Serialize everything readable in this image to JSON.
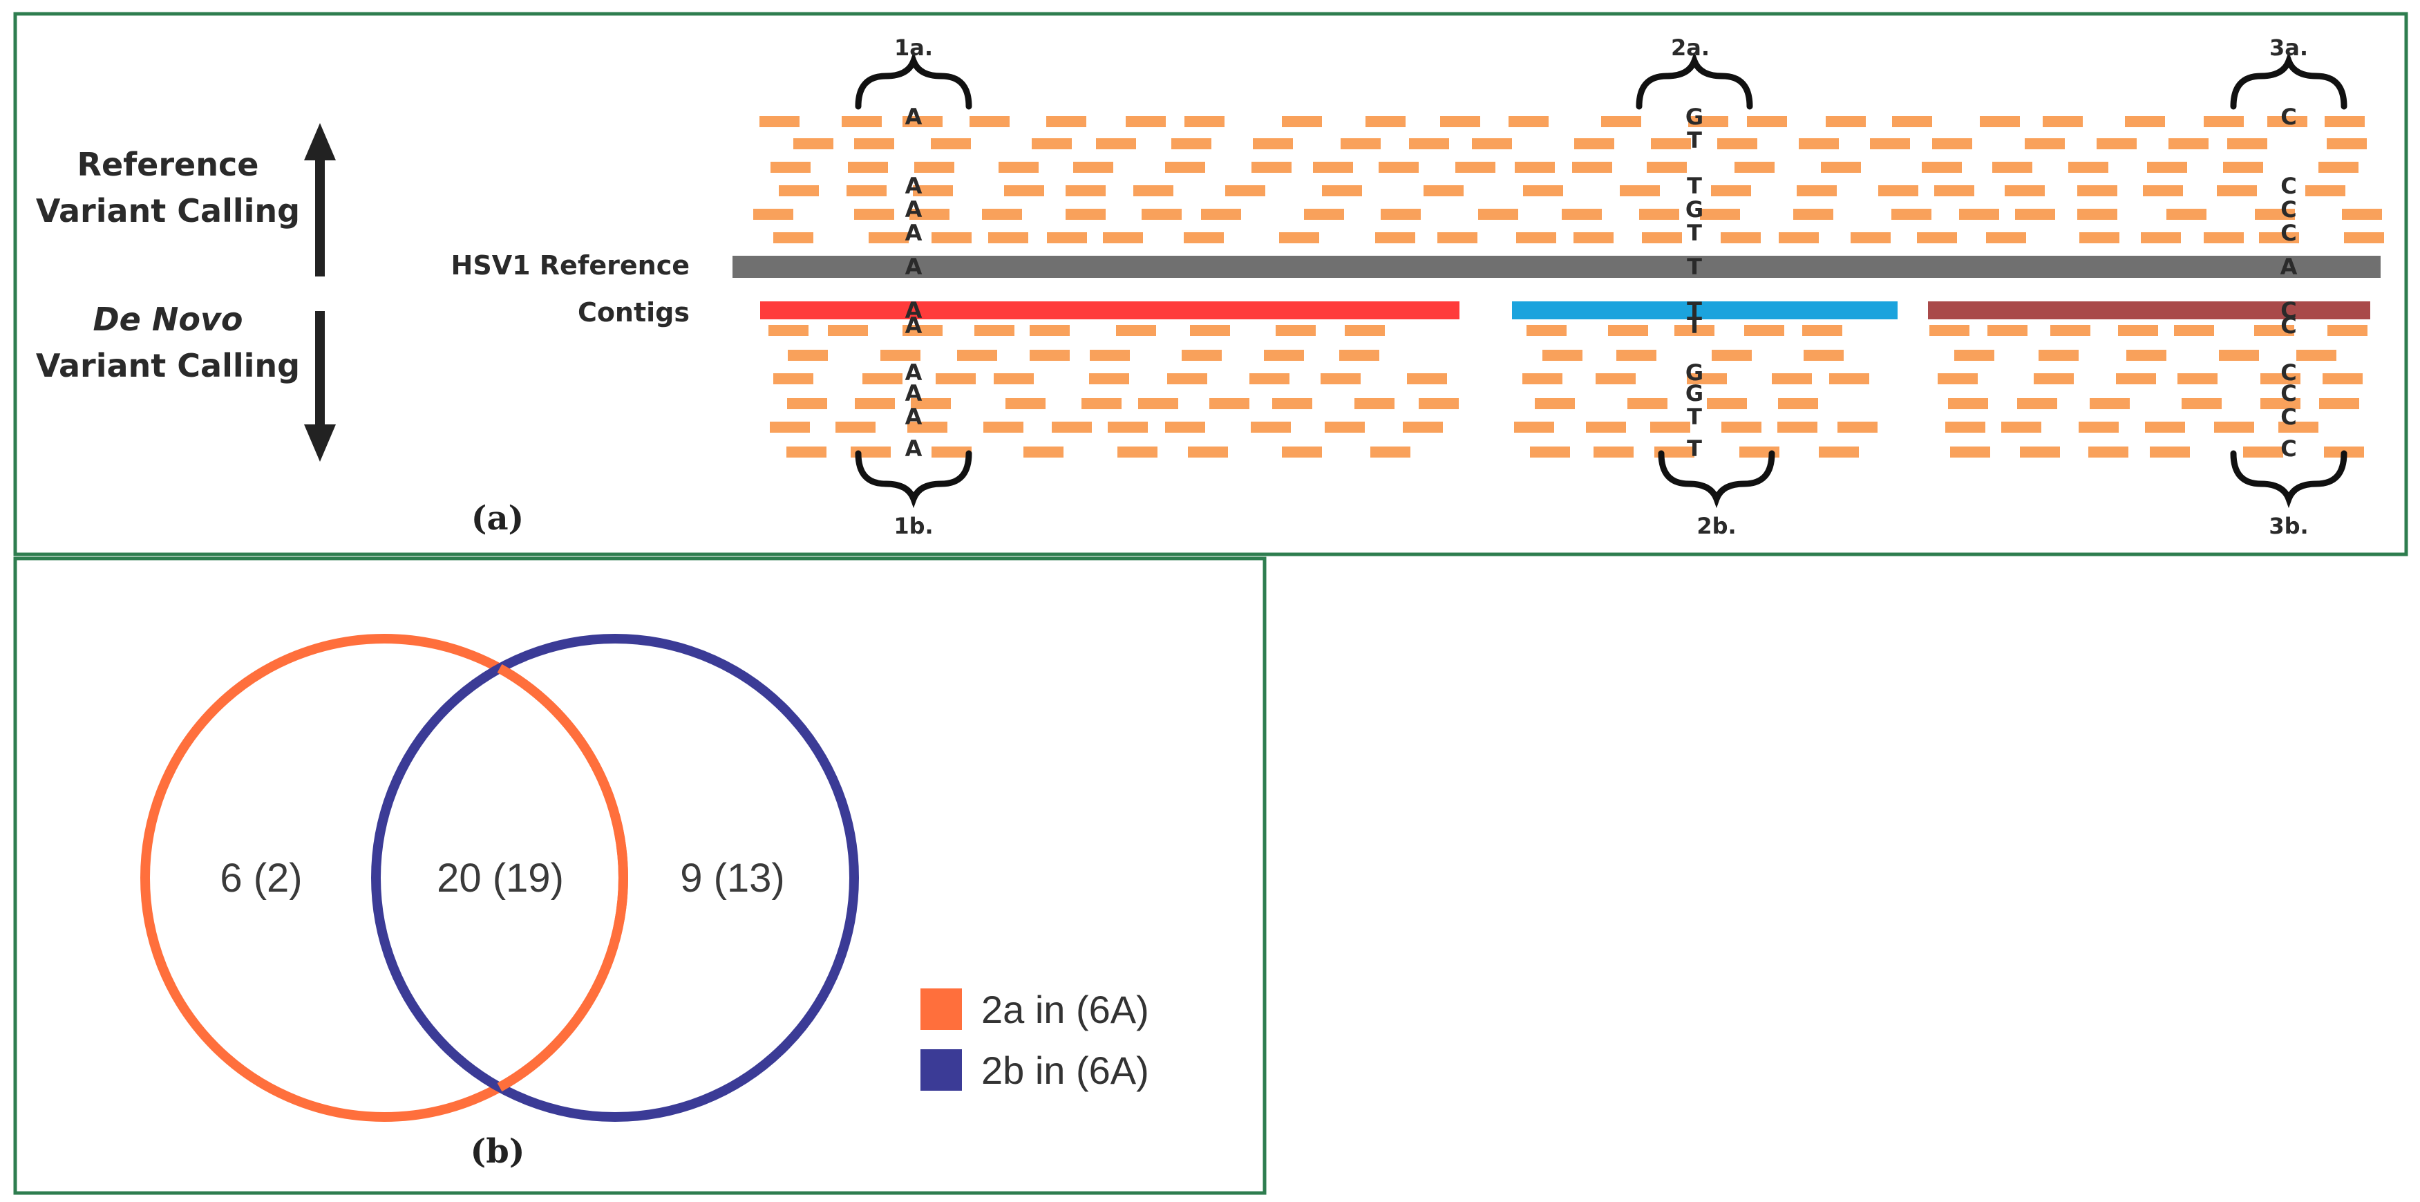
{
  "panel_a": {
    "panel_label": "(a)",
    "left_labels": {
      "reference_line1": "Reference",
      "reference_line2": "Variant Calling",
      "denovo_italic": "De Novo",
      "denovo_line2": "Variant Calling"
    },
    "track_labels": {
      "reference": "HSV1 Reference",
      "contigs": "Contigs"
    },
    "reference_bases": [
      "A",
      "T",
      "A"
    ],
    "contig_bases": [
      "A",
      "T",
      "C"
    ],
    "sites": [
      {
        "top_label": "1a.",
        "bottom_label": "1b.",
        "upper_bases": [
          "A",
          "A",
          "A",
          "A"
        ],
        "lower_bases": [
          "A",
          "A",
          "A",
          "A",
          "A"
        ]
      },
      {
        "top_label": "2a.",
        "bottom_label": "2b.",
        "upper_bases": [
          "T",
          "G",
          "T",
          "G",
          "T"
        ],
        "lower_bases": [
          "T",
          "G",
          "T",
          "G",
          "T"
        ]
      },
      {
        "top_label": "3a.",
        "bottom_label": "3b.",
        "upper_bases": [
          "C",
          "C",
          "C",
          "C"
        ],
        "lower_bases": [
          "C",
          "C",
          "C",
          "C",
          "C"
        ]
      }
    ],
    "colors": {
      "read": "#f9a15b",
      "reference": "#707070",
      "contig1": "#ff3b3b",
      "contig2": "#1ba3dd",
      "contig3": "#a94a4a",
      "border": "#2e7d4f"
    }
  },
  "panel_b": {
    "panel_label": "(b)",
    "venn": {
      "left_only": "6 (2)",
      "overlap": "20 (19)",
      "right_only": "9 (13)"
    },
    "legend": [
      {
        "label": "2a in (6A)",
        "color": "#ff6f3c"
      },
      {
        "label": "2b in (6A)",
        "color": "#3b3b96"
      }
    ]
  }
}
